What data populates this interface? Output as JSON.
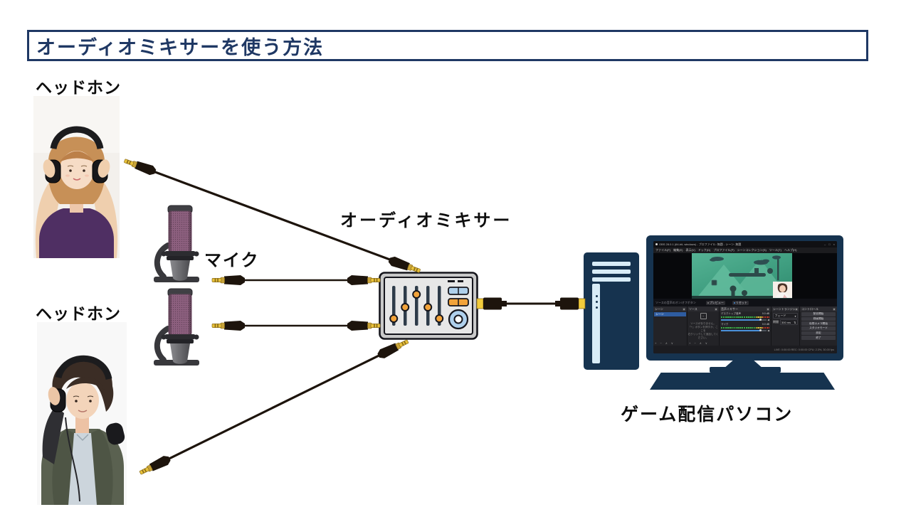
{
  "slide_title": "オーディオミキサーを使う方法",
  "labels": {
    "headphones_top": "ヘッドホン",
    "headphones_bottom": "ヘッドホン",
    "mic": "マイク",
    "mixer": "オーディオミキサー",
    "pc": "ゲーム配信パソコン"
  },
  "colors": {
    "title_navy": "#1F3864",
    "device_navy": "#16334F",
    "cable_black": "#1D140C",
    "plug_gold": "#E9C23B",
    "mixer_knob_orange": "#F2A33A",
    "mixer_button_blue": "#AFD0EC",
    "game_teal": "#3F9E80"
  },
  "obs": {
    "window_title": "OBS 28.0.1 (64-bit, windows) - プロファイル: 無題 - シーン: 無題",
    "window_buttons": {
      "minimize": "–",
      "maximize": "□",
      "close": "×"
    },
    "menu_items": [
      "ファイル(F)",
      "編集(E)",
      "表示(V)",
      "ドック(D)",
      "プロファイル(P)",
      "シーンコレクション(S)",
      "ツール(T)",
      "ヘルプ(H)"
    ],
    "preview_bar": {
      "left_text": "ソースの音声のオン/オフボタン",
      "button1": "プレビュー",
      "button2": "リセット"
    },
    "scenes": {
      "header": "シーン",
      "selected_item": "シーン",
      "toolbar": "+ − ∧ ∨"
    },
    "sources": {
      "header": "ソース",
      "empty_icon": "+",
      "hint_line1": "ソースがありません。",
      "hint_line2": "「+」ボタンを押すか、ここを",
      "hint_line3": "右クリックして追加してください。",
      "toolbar": "+ − ∧ ∨"
    },
    "audio_mixer": {
      "header": "音声ミキサー",
      "meters": [
        {
          "label": "デスクトップ音声",
          "value": "0.0 dB"
        },
        {
          "label": "マイク",
          "value": "0.0 dB"
        }
      ]
    },
    "transitions": {
      "header": "シーントランジション",
      "selected": "フェード",
      "dropdown_arrow": "▾",
      "duration_label": "期間",
      "duration_value": "300 ms"
    },
    "controls": {
      "header": "コントロール",
      "buttons": [
        "配信開始",
        "録画開始",
        "仮想カメラ開始",
        "スタジオモード",
        "設定",
        "終了"
      ]
    },
    "status_text": "LIVE: 0:00:00   REC: 0:00:00   CPU: 2.3%, 30.00 fps"
  }
}
